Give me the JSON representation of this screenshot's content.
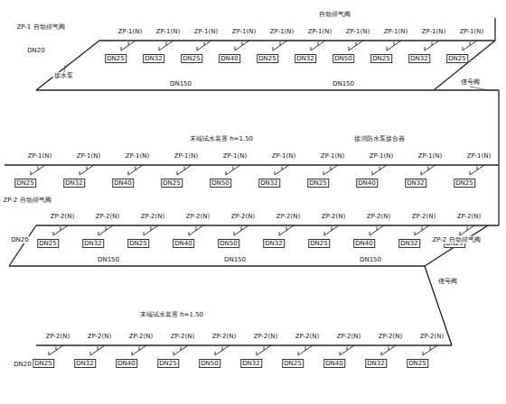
{
  "diagram": {
    "labels": [
      "ZP-1(N)",
      "DN25",
      "ZP-1(N)",
      "DN32",
      "ZP-1(N)",
      "DN25",
      "ZP-1(N)",
      "DN40",
      "ZP-1(N)",
      "DN25",
      "ZP-1(N)",
      "DN32",
      "ZP-1(N)",
      "DN50",
      "ZP-1(N)",
      "DN25",
      "ZP-1(N)",
      "DN32",
      "ZP-1(N)",
      "DN25",
      "ZP-1(N)",
      "DN25",
      "ZP-1(N)",
      "DN32",
      "ZP-1(N)",
      "DN40",
      "ZP-1(N)",
      "DN25",
      "ZP-1(N)",
      "DN50",
      "ZP-1(N)",
      "DN32",
      "ZP-1(N)",
      "DN25",
      "ZP-1(N)",
      "DN40",
      "ZP-1(N)",
      "DN32",
      "ZP-1(N)",
      "DN25",
      "ZP-2(N)",
      "DN25",
      "ZP-2(N)",
      "DN32",
      "ZP-2(N)",
      "DN25",
      "ZP-2(N)",
      "DN40",
      "ZP-2(N)",
      "DN50",
      "ZP-2(N)",
      "DN32",
      "ZP-2(N)",
      "DN25",
      "ZP-2(N)",
      "DN40",
      "ZP-2(N)",
      "DN32",
      "ZP-2(N)",
      "DN25",
      "ZP-2(N)",
      "DN25",
      "ZP-2(N)",
      "DN32",
      "ZP-2(N)",
      "DN40",
      "ZP-2(N)",
      "DN25",
      "ZP-2(N)",
      "DN50",
      "ZP-2(N)",
      "DN32",
      "ZP-2(N)",
      "DN25",
      "ZP-2(N)",
      "DN40",
      "ZP-2(N)",
      "DN32",
      "ZP-2(N)",
      "DN25",
      "ZP-1 自动排气阀",
      "DN20",
      "接水泵",
      "DN150",
      "DN150",
      "自动排气阀",
      "信号阀",
      "末端试水装置 h=1.50",
      "接消防水泵接合器",
      "ZP-2 自动排气阀",
      "DN20",
      "ZP-2 自动排气阀",
      "DN150",
      "DN150",
      "DN150",
      "信号阀",
      "末端试水装置 h=1.50",
      "DN20"
    ]
  }
}
